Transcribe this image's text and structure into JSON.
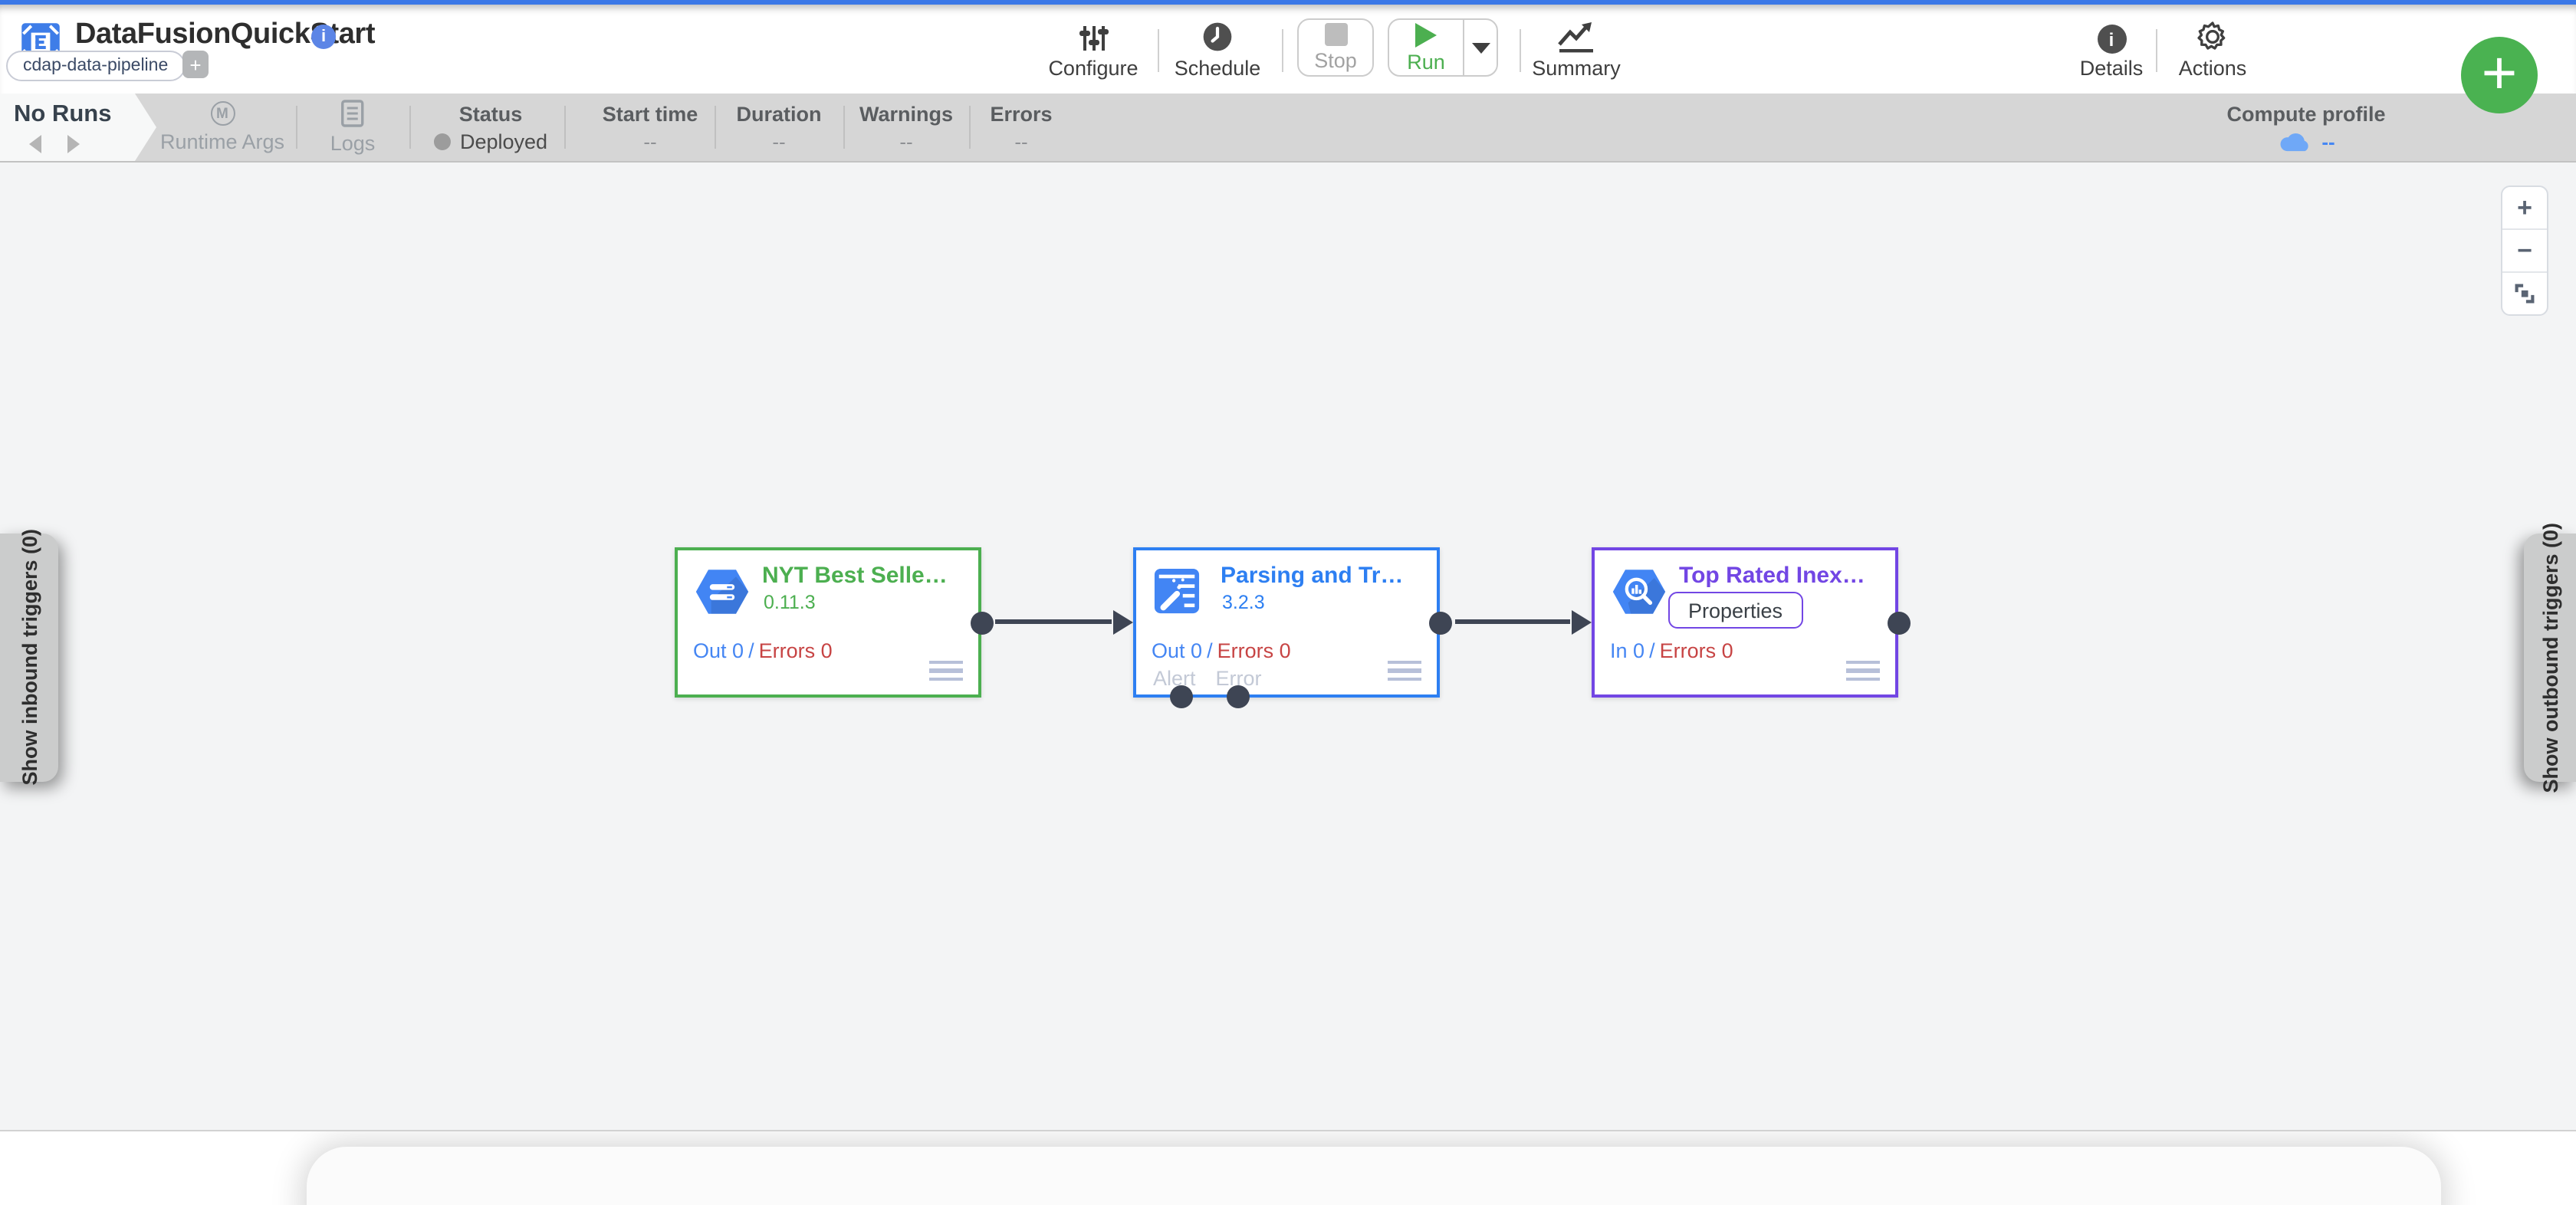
{
  "header": {
    "app_title": "DataFusionQuickStart",
    "pipeline_tag": "cdap-data-pipeline",
    "add_tag_label": "+",
    "info_icon": "info-icon",
    "toolbar": {
      "configure": "Configure",
      "schedule": "Schedule",
      "stop": "Stop",
      "run": "Run",
      "summary": "Summary",
      "details": "Details",
      "actions": "Actions"
    },
    "create_button": "+"
  },
  "status_bar": {
    "runs_label": "No Runs",
    "runtime_args": "Runtime Args",
    "logs": "Logs",
    "status_label": "Status",
    "status_value": "Deployed",
    "metrics": [
      {
        "label": "Start time",
        "value": "--"
      },
      {
        "label": "Duration",
        "value": "--"
      },
      {
        "label": "Warnings",
        "value": "--"
      },
      {
        "label": "Errors",
        "value": "--"
      }
    ],
    "compute_profile": {
      "label": "Compute profile",
      "value": "--"
    }
  },
  "canvas": {
    "zoom_controls": {
      "zoom_in": "+",
      "zoom_out": "−",
      "fit": "fit-to-screen-icon"
    },
    "nodes": [
      {
        "name": "NYT Best Selle…",
        "version": "0.11.3",
        "out_label": "Out 0",
        "separator": "/",
        "errors_label": "Errors 0",
        "accent": "#4caf50",
        "icon": "gcs-hexagon-icon"
      },
      {
        "name": "Parsing and Tr…",
        "version": "3.2.3",
        "out_label": "Out 0",
        "separator": "/",
        "errors_label": "Errors 0",
        "alert_port": "Alert",
        "error_port": "Error",
        "accent": "#2d7ff2",
        "icon": "wrangler-icon"
      },
      {
        "name": "Top Rated Inex…",
        "properties_button": "Properties",
        "in_label": "In 0",
        "separator": "/",
        "errors_label": "Errors 0",
        "accent": "#7246e4",
        "icon": "bigquery-hexagon-icon"
      }
    ]
  },
  "side_panels": {
    "inbound": "Show inbound triggers (0)",
    "outbound": "Show outbound triggers (0)"
  },
  "colors": {
    "top_strip_blue": "#3b78e7",
    "run_green": "#4caf50",
    "create_button_green": "#4ab251",
    "link_blue": "#4586f3",
    "error_red": "#c74444",
    "port_dark": "#3e4554",
    "status_bar_grey": "#d6d6d6"
  }
}
